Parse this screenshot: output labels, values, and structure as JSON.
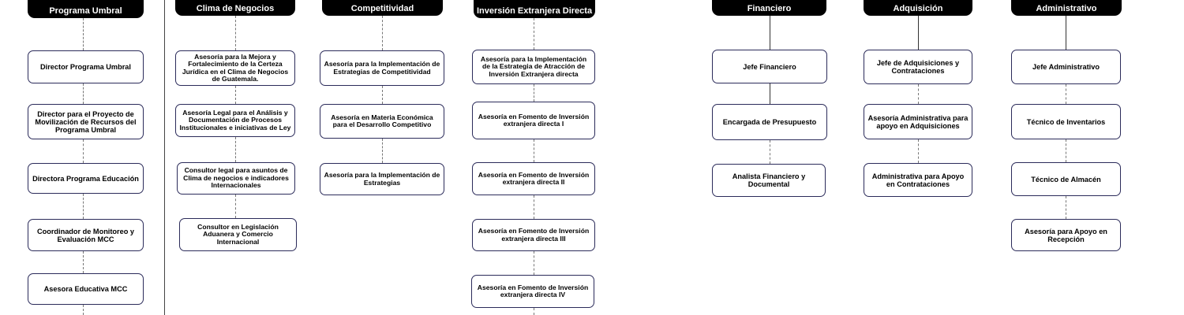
{
  "columns": [
    {
      "header": "Programa Umbral",
      "boxes": [
        "Director Programa  Umbral",
        "Director para el Proyecto de Movilización de Recursos del Programa Umbral",
        "Directora Programa Educación",
        "Coordinador de Monitoreo y Evaluación MCC",
        "Asesora Educativa MCC"
      ]
    },
    {
      "header": "Clima de Negocios",
      "boxes": [
        "Asesoría para la Mejora y Fortalecimiento de la Certeza Jurídica en el Clima de Negocios de Guatemala.",
        "Asesoría Legal para el Análisis y Documentación de Procesos Institucionales e iniciativas de Ley",
        "Consultor legal para asuntos de Clima de negocios e indicadores Internacionales",
        "Consultor en Legislación Aduanera y Comercio Internacional"
      ]
    },
    {
      "header": "Competitividad",
      "boxes": [
        "Asesoría para la Implementación de Estrategias de Competitividad",
        "Asesoría en Materia Económica para el Desarrollo Competitivo",
        "Asesoría para la Implementación de Estrategias"
      ]
    },
    {
      "header": "Inversión Extranjera Directa",
      "boxes": [
        "Asesoría para la Implementación de la Estrategia de Atracción de Inversión Extranjera directa",
        "Asesoría en Fomento de Inversión extranjera directa I",
        "Asesoría en Fomento de Inversión extranjera directa II",
        "Asesoría en Fomento de Inversión extranjera directa III",
        "Asesoría en Fomento de Inversión extranjera directa IV"
      ]
    },
    {
      "header": "Financiero",
      "boxes": [
        "Jefe Financiero",
        "Encargada de Presupuesto",
        "Analista Financiero y Documental"
      ]
    },
    {
      "header": "Adquisición",
      "boxes": [
        "Jefe de Adquisiciones y Contrataciones",
        "Asesoría Administrativa para apoyo en Adquisiciones",
        "Administrativa para Apoyo en Contrataciones"
      ]
    },
    {
      "header": "Administrativo",
      "boxes": [
        "Jefe Administrativo",
        "Técnico de Inventarios",
        "Técnico de Almacén",
        "Asesoría para Apoyo en Recepción"
      ]
    }
  ]
}
